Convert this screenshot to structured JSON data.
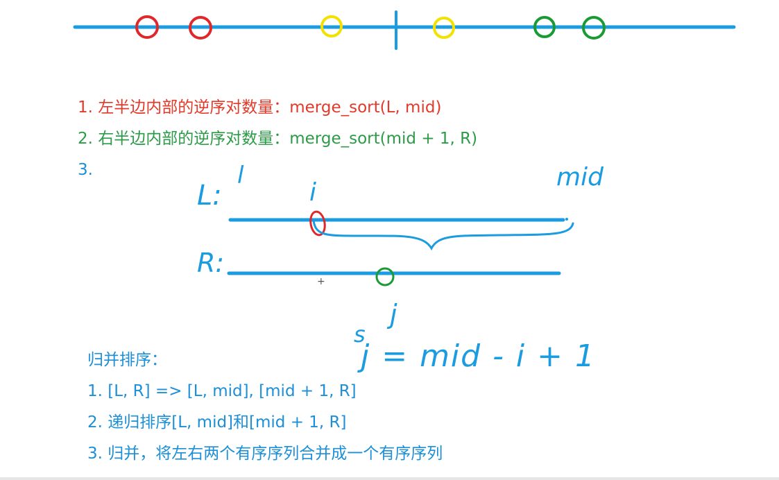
{
  "colors": {
    "blue": "#1b9be0",
    "red": "#e0282b",
    "yellow": "#f3e100",
    "green": "#1a9a35",
    "text_red": "#e23a2a",
    "text_green": "#2c9b48",
    "text_blue": "#1c8fd6"
  },
  "notes": {
    "line1": "1. 左半边内部的逆序对数量：merge_sort(L, mid)",
    "line2": "2. 右半边内部的逆序对数量：merge_sort(mid + 1, R)",
    "line3": "3."
  },
  "sort_steps": {
    "heading": "归并排序：",
    "items": [
      "1. [L, R] => [L, mid], [mid + 1, R]",
      "2. 递归排序[L, mid]和[mid + 1, R]",
      "3. 归并，将左右两个有序序列合并成一个有序序列"
    ]
  },
  "handwriting": {
    "label_L": "L:",
    "label_l": "l",
    "label_i": "i",
    "label_mid": "mid",
    "label_R": "R:",
    "label_j": "j",
    "formula_s": "s",
    "formula": "j = mid - i + 1"
  }
}
